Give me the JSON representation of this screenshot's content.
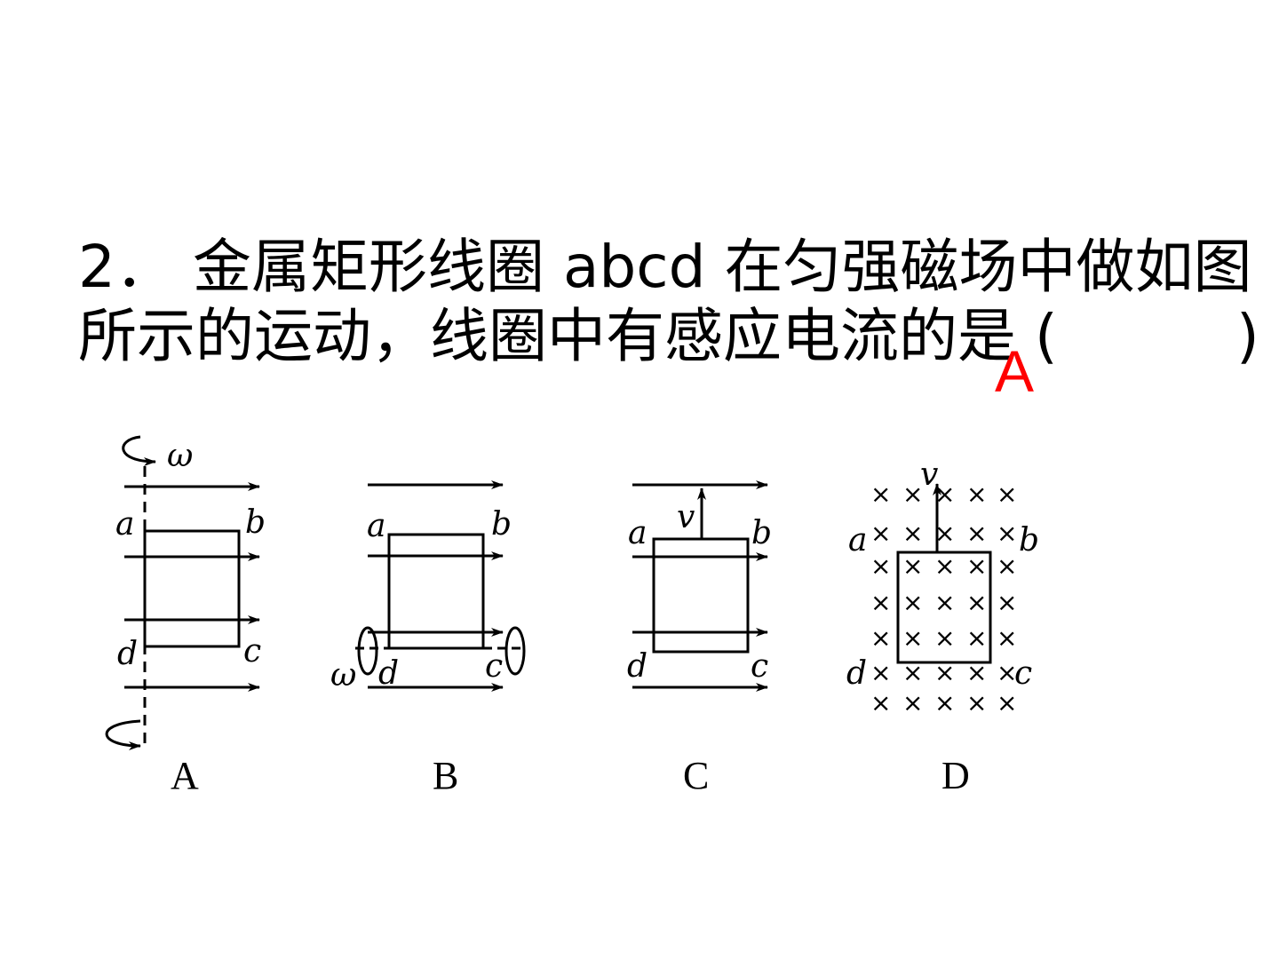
{
  "question": {
    "line1": "2． 金属矩形线圈 abcd 在匀强磁场中做如图",
    "line2": "所示的运动，线圈中有感应电流的是 (",
    "paren_close": ")"
  },
  "answer": "A",
  "answer_color": "#ff0000",
  "labels": {
    "a": "a",
    "b": "b",
    "c": "c",
    "d": "d",
    "omega": "ω",
    "v": "v",
    "cross": "×"
  },
  "captions": [
    "A",
    "B",
    "C",
    "D"
  ]
}
